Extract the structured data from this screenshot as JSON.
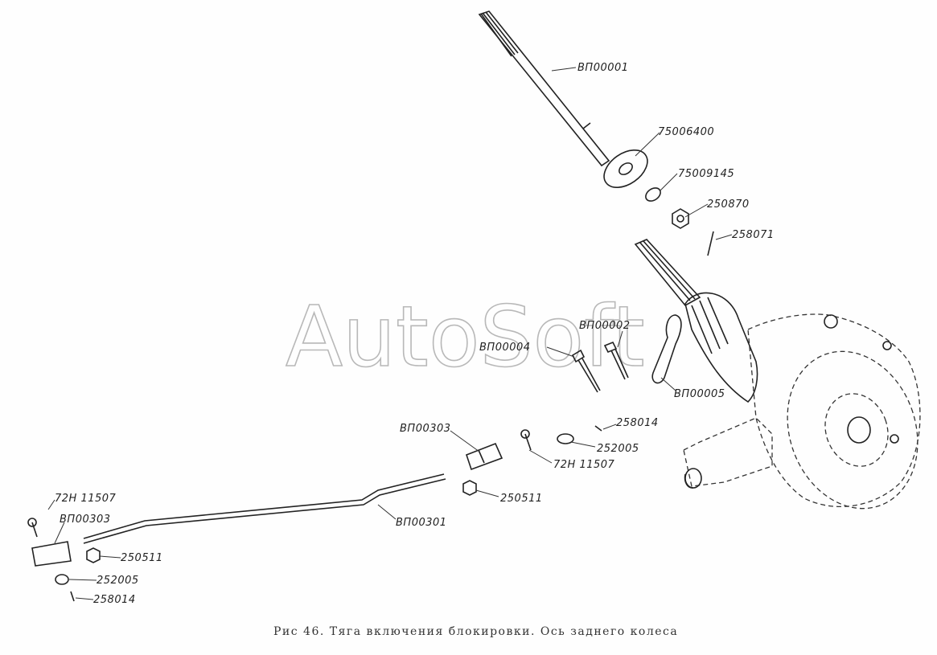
{
  "watermark": "AutoSoft",
  "caption": "Рис 46. Тяга включения блокировки. Ось заднего колеса",
  "labels": {
    "p1": "ВП00001",
    "p2": "75006400",
    "p3": "75009145",
    "p4": "250870",
    "p5": "258071",
    "p6": "ВП00002",
    "p7": "ВП00004",
    "p8": "ВП00005",
    "p9": "ВП00303",
    "p10": "258014",
    "p11": "252005",
    "p12": "72Н 11507",
    "p13": "250511",
    "p14": "ВП00301",
    "p15": "72Н 11507",
    "p16": "ВП00303",
    "p17": "250511",
    "p18": "252005",
    "p19": "258014"
  }
}
